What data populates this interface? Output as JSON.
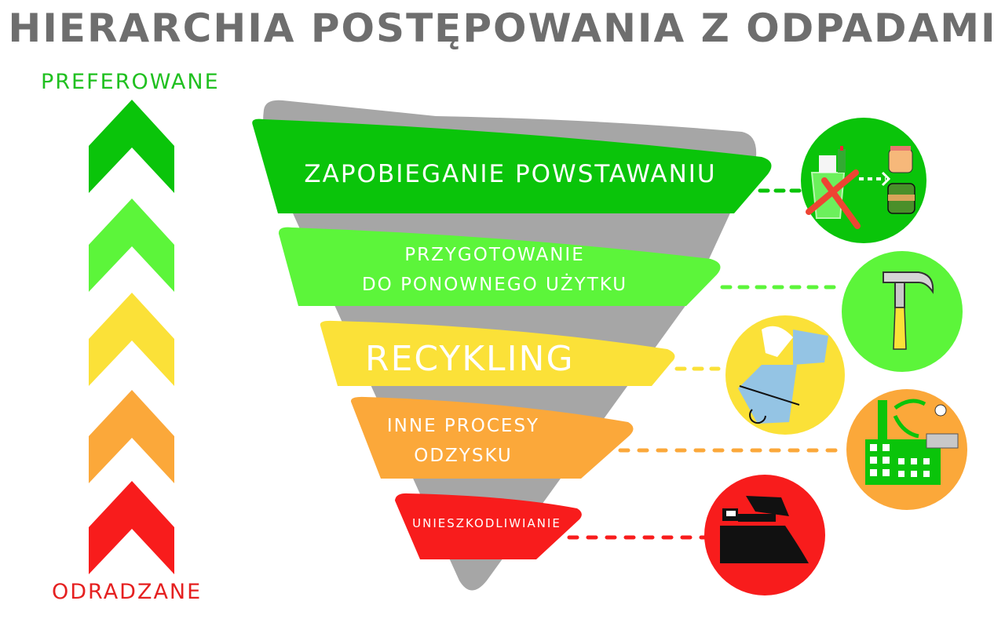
{
  "title": "HIERARCHIA POSTĘPOWANIA Z ODPADAMI",
  "scale": {
    "top_label": "PREFEROWANE",
    "bottom_label": "ODRADZANE",
    "arrows": [
      {
        "color": "#0ac40a"
      },
      {
        "color": "#5cf53a"
      },
      {
        "color": "#fbe138"
      },
      {
        "color": "#fba83a"
      },
      {
        "color": "#f81c1c"
      }
    ]
  },
  "hierarchy": [
    {
      "level": 1,
      "label": "ZAPOBIEGANIE POWSTAWANIU",
      "color": "#0ac40a",
      "icon": "jars-reuse-icon"
    },
    {
      "level": 2,
      "label_line1": "PRZYGOTOWANIE",
      "label_line2": "DO PONOWNEGO UŻYTKU",
      "color": "#5cf53a",
      "icon": "hammer-icon"
    },
    {
      "level": 3,
      "label": "RECYKLING",
      "color": "#fbe138",
      "icon": "recycling-bin-icon"
    },
    {
      "level": 4,
      "label_line1": "INNE PROCESY",
      "label_line2": "ODZYSKU",
      "color": "#fba83a",
      "icon": "factory-energy-icon"
    },
    {
      "level": 5,
      "label": "UNIESZKODLIWIANIE",
      "color": "#f81c1c",
      "icon": "landfill-truck-icon"
    }
  ],
  "funnel_color": "#a6a6a6"
}
